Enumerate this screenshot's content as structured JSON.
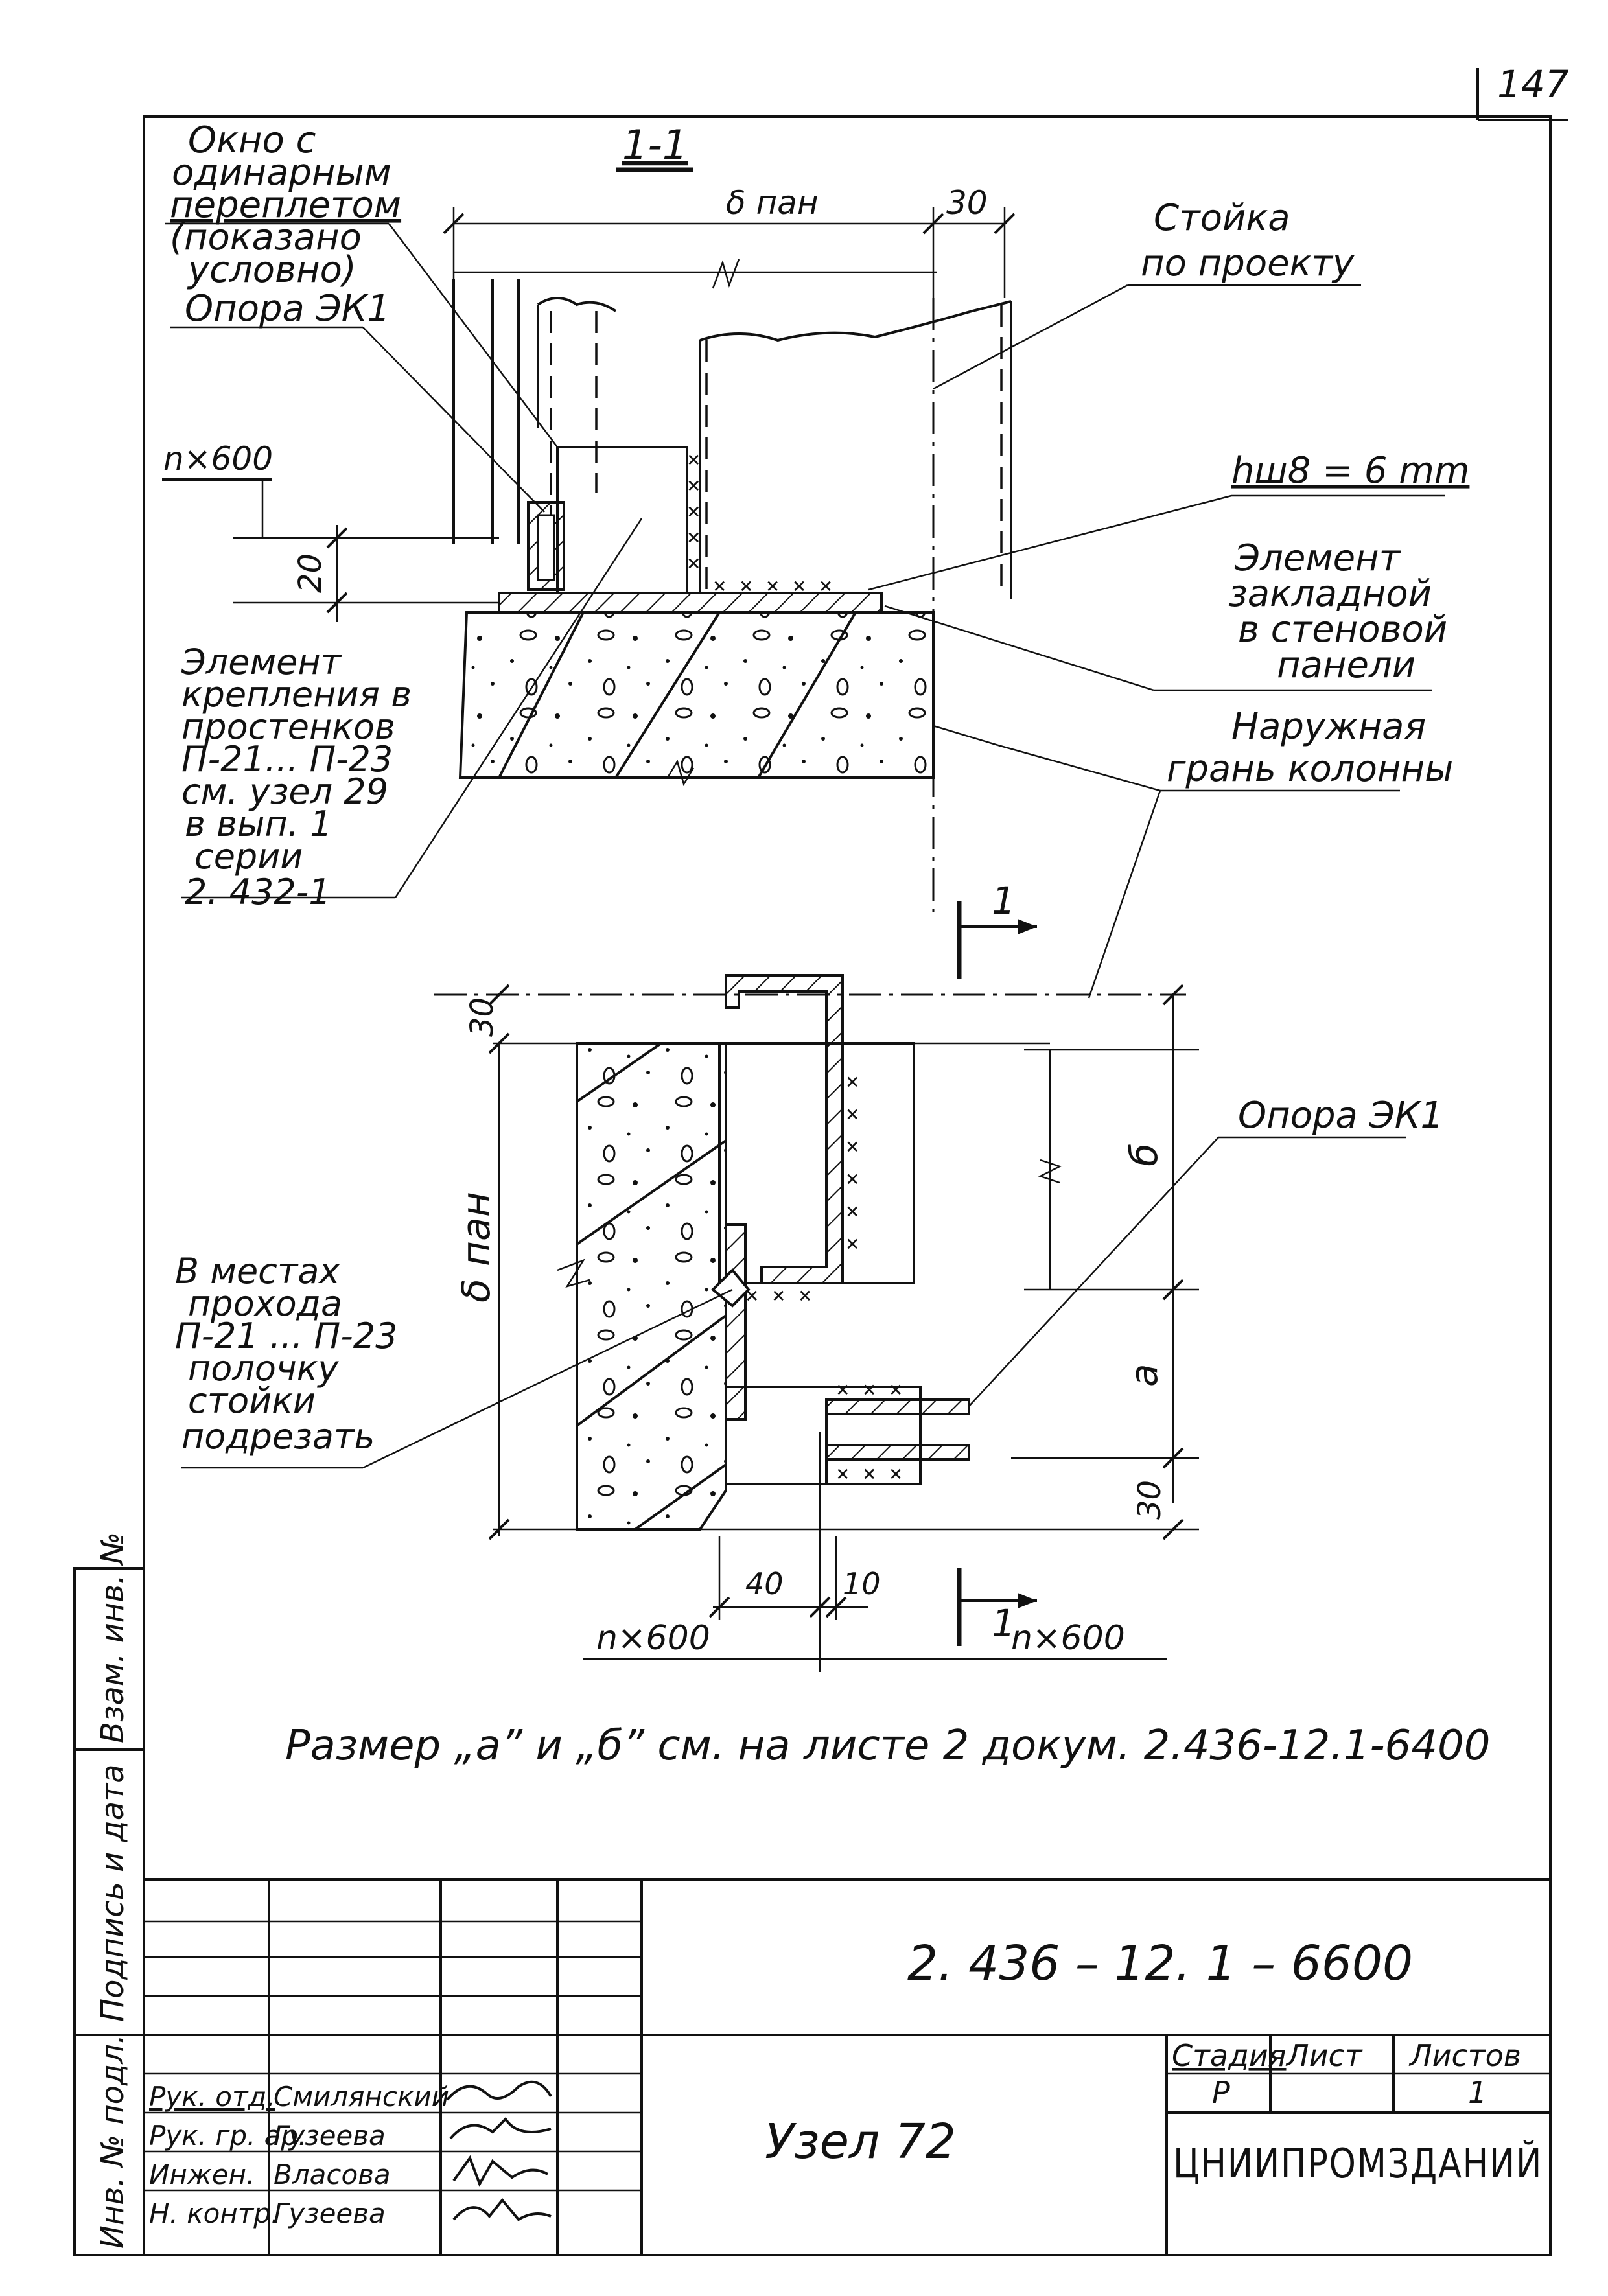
{
  "page_number": "147",
  "section_label": "1-1",
  "section_top_marker": "1",
  "section_bottom_marker": "1",
  "labels": {
    "window_label": [
      "Окно с",
      "одинарным",
      "переплетом",
      "(показано",
      "условно)"
    ],
    "support_top": "Опора ЭК1",
    "n600_left_top": "n×600",
    "dim_20": "20",
    "b_pan_top": "δ пан",
    "dim_30_top": "30",
    "post_label": [
      "Стойка",
      "по проекту"
    ],
    "weld": "hш8 = 6 mm",
    "embedded_element": [
      "Элемент",
      "закладной",
      "в стеновой",
      "панели"
    ],
    "outer_face": [
      "Наружная",
      "грань колонны"
    ],
    "fastening_element": [
      "Элемент",
      "крепления в",
      "простенков",
      "П-21... П-23",
      "см. узел 29",
      "в вып. 1",
      "серии",
      "2. 432-1"
    ],
    "support_bottom": "Опора ЭК1",
    "dim_30_plan_top": "30",
    "dim_b_pan_plan": "δ пан",
    "dim_b": "б",
    "dim_a": "а",
    "dim_30_plan_bottom": "30",
    "passage_note": [
      "В местах",
      "прохода",
      "П-21 ... П-23",
      "полочку",
      "стойки",
      "подрезать"
    ],
    "dim_40": "40",
    "dim_10": "10",
    "n600_left_bottom": "n×600",
    "n600_right_bottom": "n×600",
    "footnote": "Размер „а” и „б” см. на листе 2 докум. 2.436-12.1-6400"
  },
  "side_stamp": [
    "Инв. № подл.",
    "Подпись и дата",
    "Взам. инв. №"
  ],
  "title_block": {
    "doc_code": "2. 436 – 12. 1 – 6600",
    "title": "Узел 72",
    "stage_header": "Стадия",
    "sheet_header": "Лист",
    "sheets_header": "Листов",
    "stage_value": "Р",
    "sheet_value": "",
    "sheets_value": "1",
    "organization": "ЦНИИПРОМЗДАНИЙ",
    "people": [
      {
        "role": "Рук. отд.",
        "name": "Смилянский"
      },
      {
        "role": "Рук. гр. ар.",
        "name": "Гузеева"
      },
      {
        "role": "Инжен.",
        "name": "Власова"
      },
      {
        "role": "Н. контр.",
        "name": "Гузеева"
      }
    ]
  }
}
